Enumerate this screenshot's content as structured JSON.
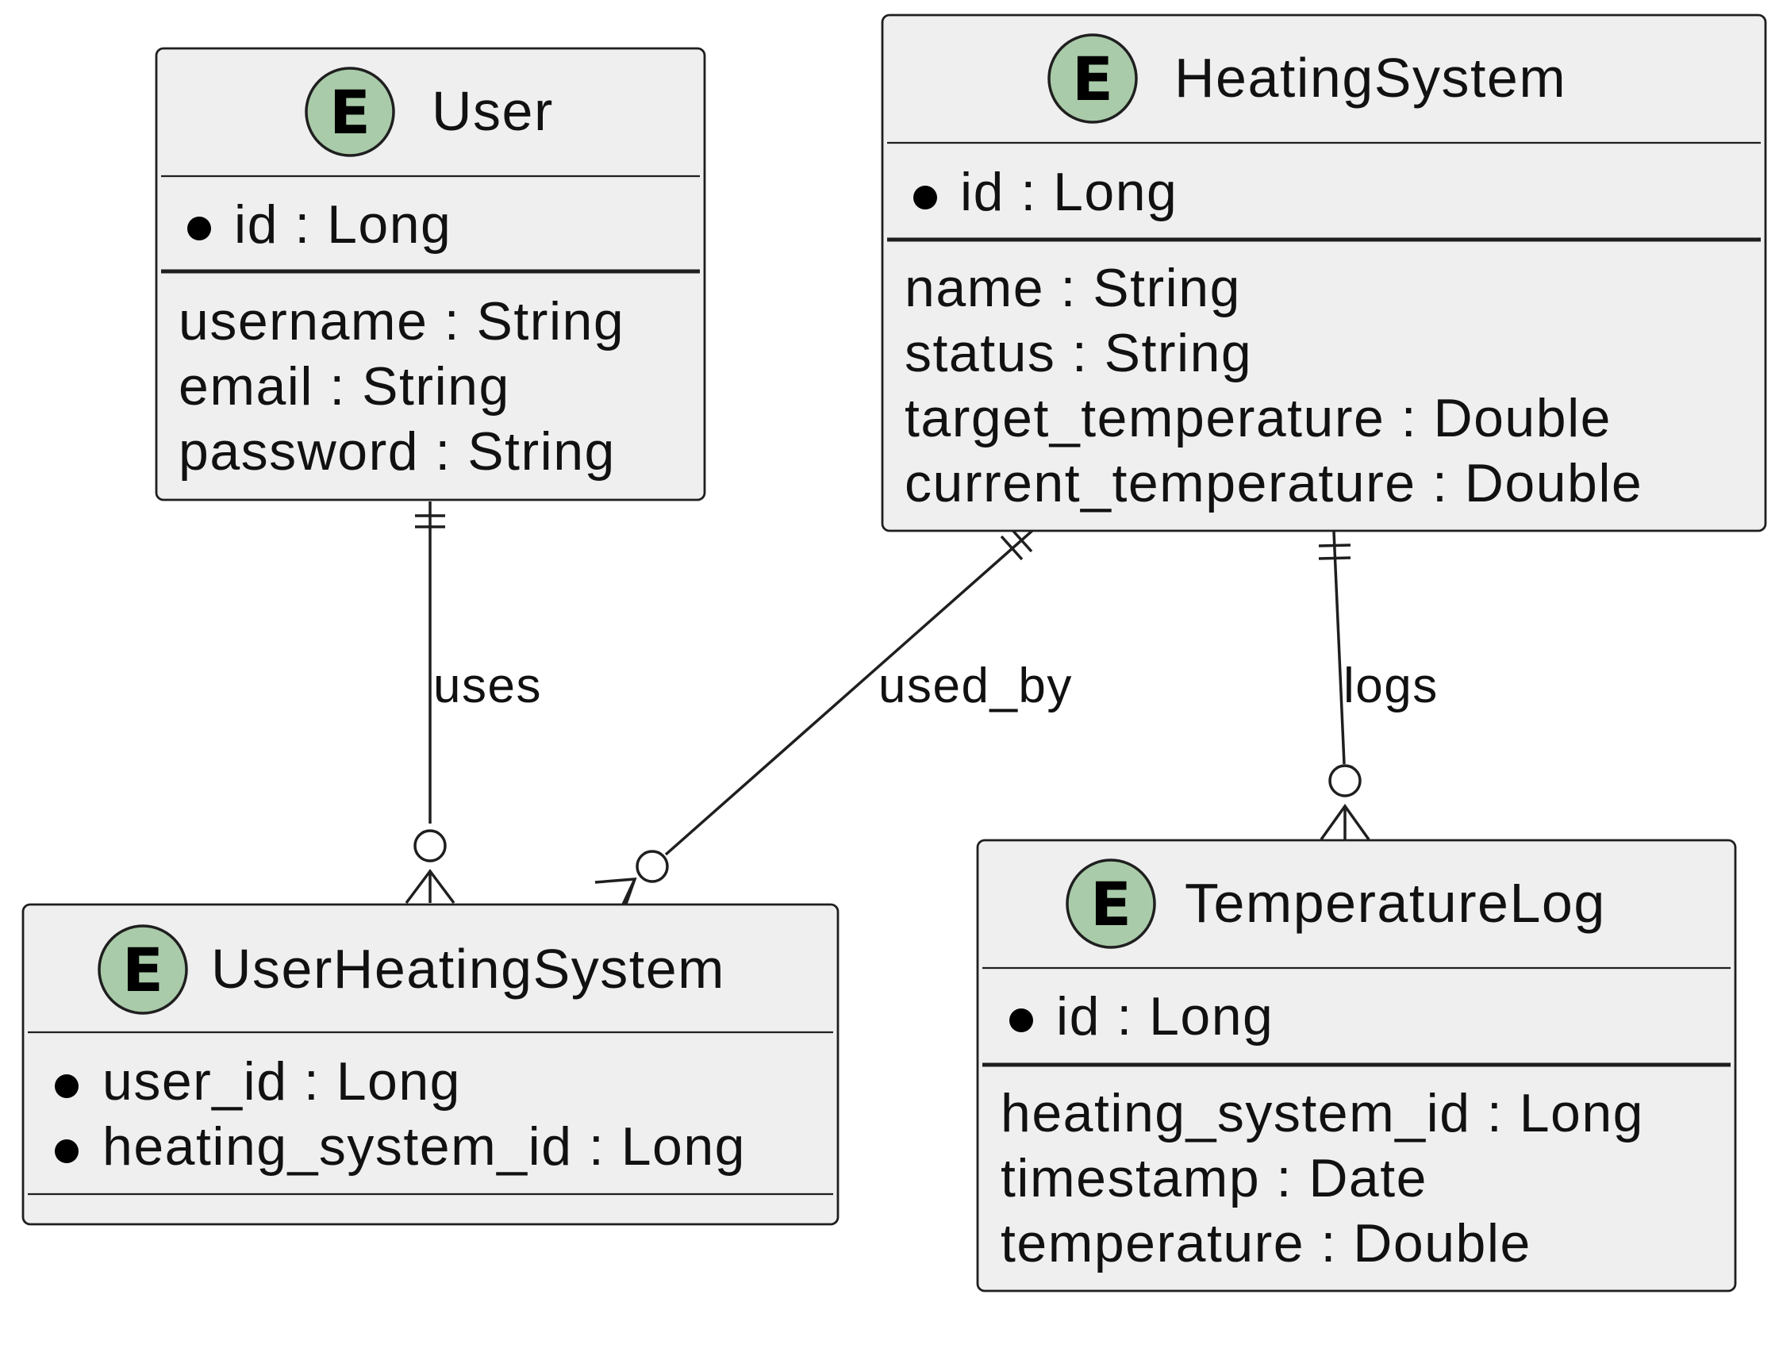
{
  "entity_badge_letter": "E",
  "colors": {
    "entity_fill": "#efefef",
    "badge_fill": "#a9cba9",
    "stroke": "#1f1f1f"
  },
  "entities": {
    "user": {
      "name": "User",
      "keys": [
        "id : Long"
      ],
      "fields": [
        "username : String",
        "email : String",
        "password : String"
      ]
    },
    "heating_system": {
      "name": "HeatingSystem",
      "keys": [
        "id : Long"
      ],
      "fields": [
        "name : String",
        "status : String",
        "target_temperature : Double",
        "current_temperature : Double"
      ]
    },
    "user_heating_system": {
      "name": "UserHeatingSystem",
      "keys": [
        "user_id : Long",
        "heating_system_id : Long"
      ],
      "fields": []
    },
    "temperature_log": {
      "name": "TemperatureLog",
      "keys": [
        "id : Long"
      ],
      "fields": [
        "heating_system_id : Long",
        "timestamp : Date",
        "temperature : Double"
      ]
    }
  },
  "relationships": [
    {
      "label": "uses",
      "from": "User",
      "to": "UserHeatingSystem",
      "from_cardinality": "exactly-one",
      "to_cardinality": "zero-or-many"
    },
    {
      "label": "used_by",
      "from": "HeatingSystem",
      "to": "UserHeatingSystem",
      "from_cardinality": "exactly-one",
      "to_cardinality": "zero-or-many"
    },
    {
      "label": "logs",
      "from": "HeatingSystem",
      "to": "TemperatureLog",
      "from_cardinality": "exactly-one",
      "to_cardinality": "zero-or-many"
    }
  ]
}
